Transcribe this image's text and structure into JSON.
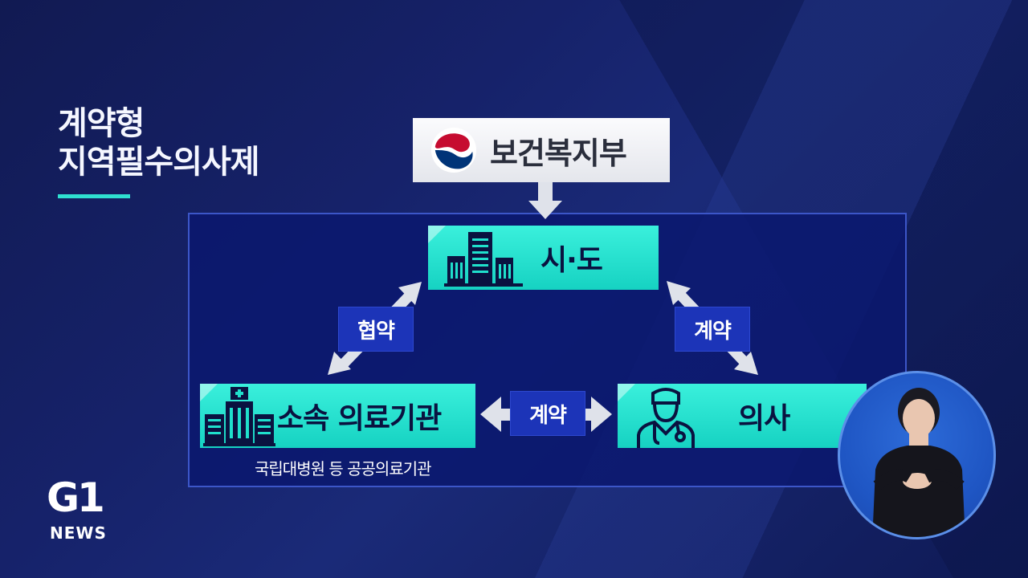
{
  "title": {
    "line1": "계약형",
    "line2": "지역필수의사제"
  },
  "ministry": {
    "label": "보건복지부",
    "emblem_colors": [
      "#c60c30",
      "#003478",
      "#ffffff"
    ]
  },
  "nodes": {
    "sido": "시·도",
    "hospital": "소속 의료기관",
    "doctor": "의사"
  },
  "edges": {
    "hospital_sido": "협약",
    "sido_doctor": "계약",
    "hospital_doctor": "계약"
  },
  "hospital_caption": "국립대병원 등 공공의료기관",
  "logo": {
    "brand": "G1",
    "sub": "NEWS"
  },
  "colors": {
    "accent": "#2fe0d0",
    "node": "#1fe0cc",
    "badge": "#1c34b8",
    "arrow": "#dfe2ea"
  },
  "icons": {
    "sido": "city-buildings-icon",
    "hospital": "hospital-building-icon",
    "doctor": "doctor-icon"
  }
}
